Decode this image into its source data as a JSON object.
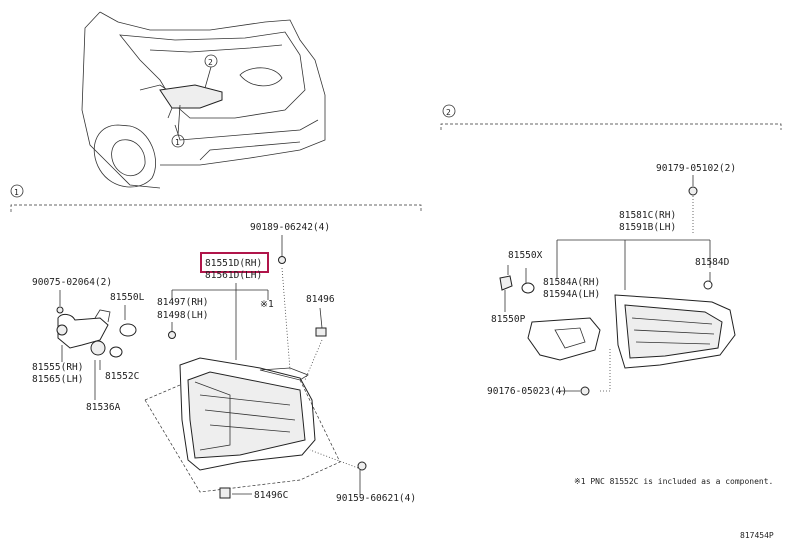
{
  "callouts": {
    "one": "1",
    "two": "2"
  },
  "section_1": {
    "labels": {
      "lamp_rh": "81551D(RH)",
      "lamp_lh": "81561D(LH)",
      "screw_top": "90189-06242(4)",
      "bracket_rh": "81497(RH)",
      "bracket_lh": "81498(LH)",
      "note_mark": "※1",
      "clip_top": "81496",
      "clip_bottom": "81496C",
      "screw_bottom": "90159-60621(4)",
      "bulb_small": "90075-02064(2)",
      "bulb_l": "81550L",
      "socket_rh": "81555(RH)",
      "socket_lh": "81565(LH)",
      "bulb_c": "81552C",
      "harness": "81536A"
    }
  },
  "section_2": {
    "labels": {
      "nut_top": "90179-05102(2)",
      "lamp_rh": "81581C(RH)",
      "lamp_lh": "81591B(LH)",
      "part_x": "81550X",
      "part_d": "81584D",
      "gasket_rh": "81584A(RH)",
      "gasket_lh": "81594A(LH)",
      "part_p": "81550P",
      "screw_bottom": "90176-05023(4)"
    }
  },
  "footnote": "※1  PNC 81552C is included as a component.",
  "ref_code": "817454P"
}
